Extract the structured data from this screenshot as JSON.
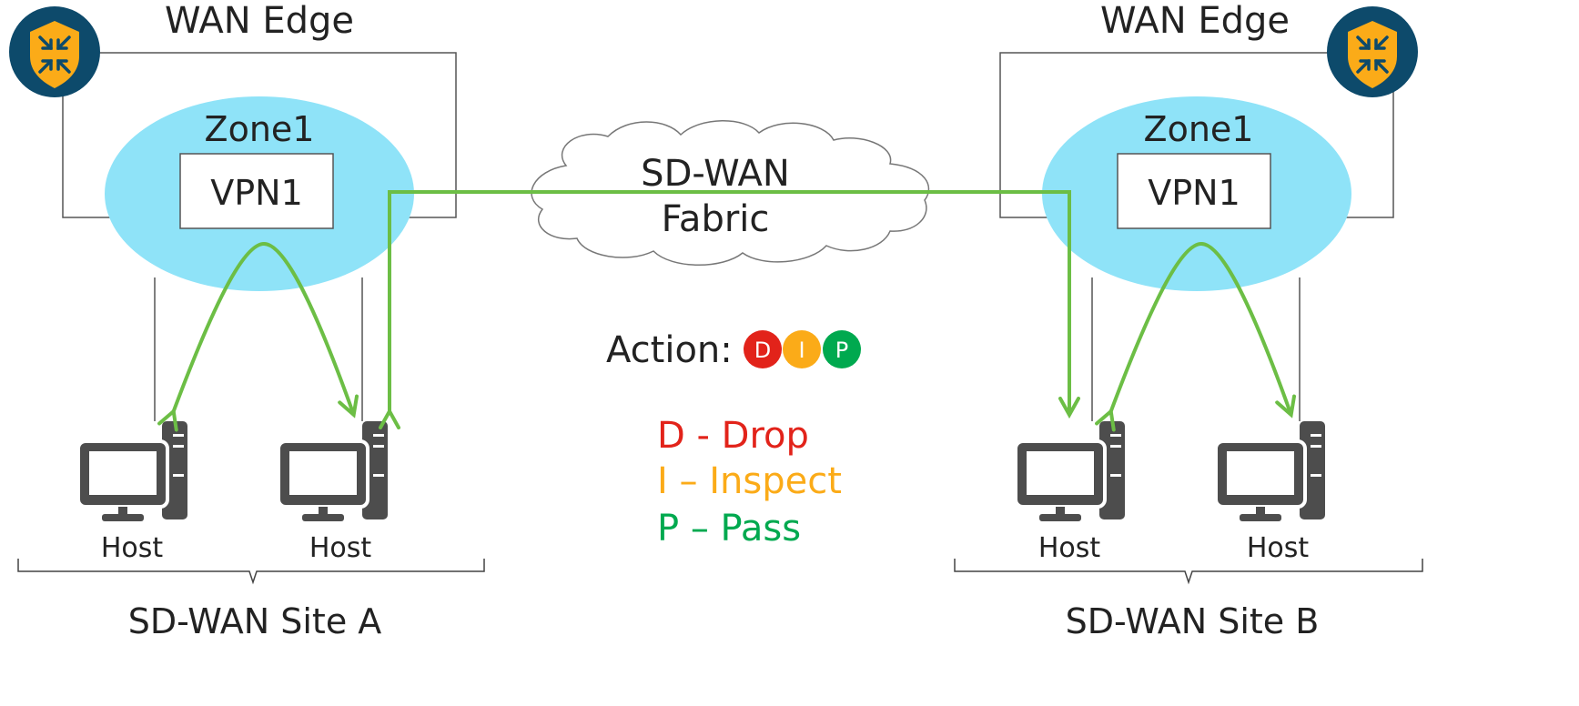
{
  "site_a": {
    "edge_label": "WAN Edge",
    "zone_label": "Zone1",
    "vpn_label": "VPN1",
    "hosts": [
      "Host",
      "Host"
    ],
    "site_label": "SD-WAN Site A"
  },
  "site_b": {
    "edge_label": "WAN Edge",
    "zone_label": "Zone1",
    "vpn_label": "VPN1",
    "hosts": [
      "Host",
      "Host"
    ],
    "site_label": "SD-WAN Site B"
  },
  "fabric": {
    "line1": "SD-WAN",
    "line2": "Fabric"
  },
  "action": {
    "label": "Action:",
    "badges": [
      {
        "letter": "D",
        "color": "#e2231a"
      },
      {
        "letter": "I",
        "color": "#fbab18"
      },
      {
        "letter": "P",
        "color": "#00a94f"
      }
    ]
  },
  "legend": [
    {
      "text": "D - Drop",
      "color": "#e2231a"
    },
    {
      "text": "I – Inspect",
      "color": "#fbab18"
    },
    {
      "text": "P – Pass",
      "color": "#00a94f"
    }
  ],
  "colors": {
    "zone": "#8fe3f8",
    "flow": "#6cbe45",
    "shield": "#fbab18",
    "badge_circle": "#0d4a6b",
    "host": "#4d4d4d"
  },
  "icons": {
    "edge": "router-shield-icon",
    "host": "desktop-computer-icon",
    "fabric": "cloud-icon"
  }
}
